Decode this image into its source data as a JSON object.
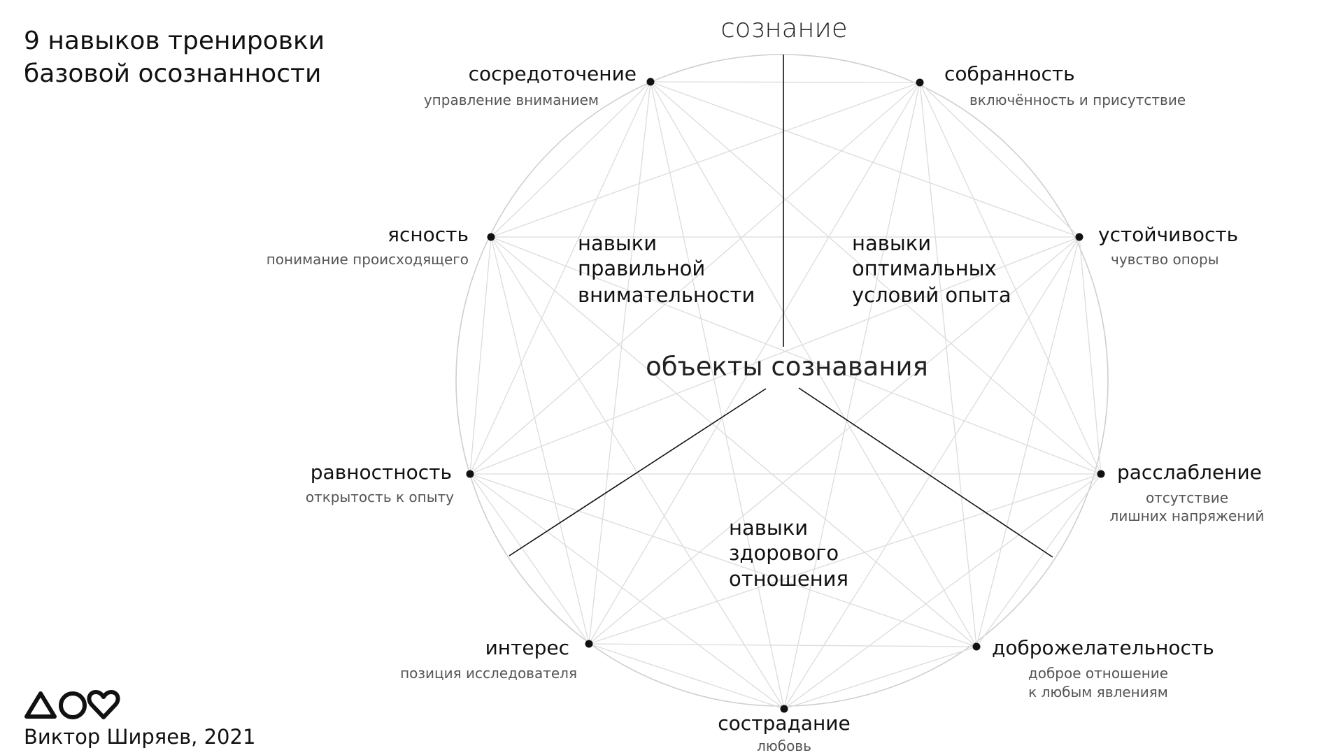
{
  "title": {
    "line1": "9 навыков тренировки",
    "line2": "базовой осознанности"
  },
  "axis_top": "сознание",
  "center": "объекты сознавания",
  "groups": {
    "attention": [
      "навыки",
      "правильной",
      "внимательности"
    ],
    "conditions": [
      "навыки",
      "оптимальных",
      "условий опыта"
    ],
    "relation": [
      "навыки",
      "здорового",
      "отношения"
    ]
  },
  "skills": [
    {
      "id": "sosredotochenie",
      "name": "сосредоточение",
      "desc": [
        "управление вниманием"
      ]
    },
    {
      "id": "sobrannost",
      "name": "собранность",
      "desc": [
        "включённость и присутствие"
      ]
    },
    {
      "id": "ustoychivost",
      "name": "устойчивость",
      "desc": [
        "чувство опоры"
      ]
    },
    {
      "id": "rasslablenie",
      "name": "расслабление",
      "desc": [
        "отсутствие",
        "лишних напряжений"
      ]
    },
    {
      "id": "dobrozhelatelnost",
      "name": "доброжелательность",
      "desc": [
        "доброе отношение",
        "к любым явлениям"
      ]
    },
    {
      "id": "sostradanie",
      "name": "сострадание",
      "desc": [
        "любовь"
      ]
    },
    {
      "id": "interes",
      "name": "интерес",
      "desc": [
        "позиция исследователя"
      ]
    },
    {
      "id": "ravnostnost",
      "name": "равностность",
      "desc": [
        "открытость к опыту"
      ]
    },
    {
      "id": "yasnost",
      "name": "ясность",
      "desc": [
        "понимание происходящего"
      ]
    }
  ],
  "author": "Виктор Ширяев, 2021",
  "logo": "ДОМ logo (triangle, circle, heart)"
}
